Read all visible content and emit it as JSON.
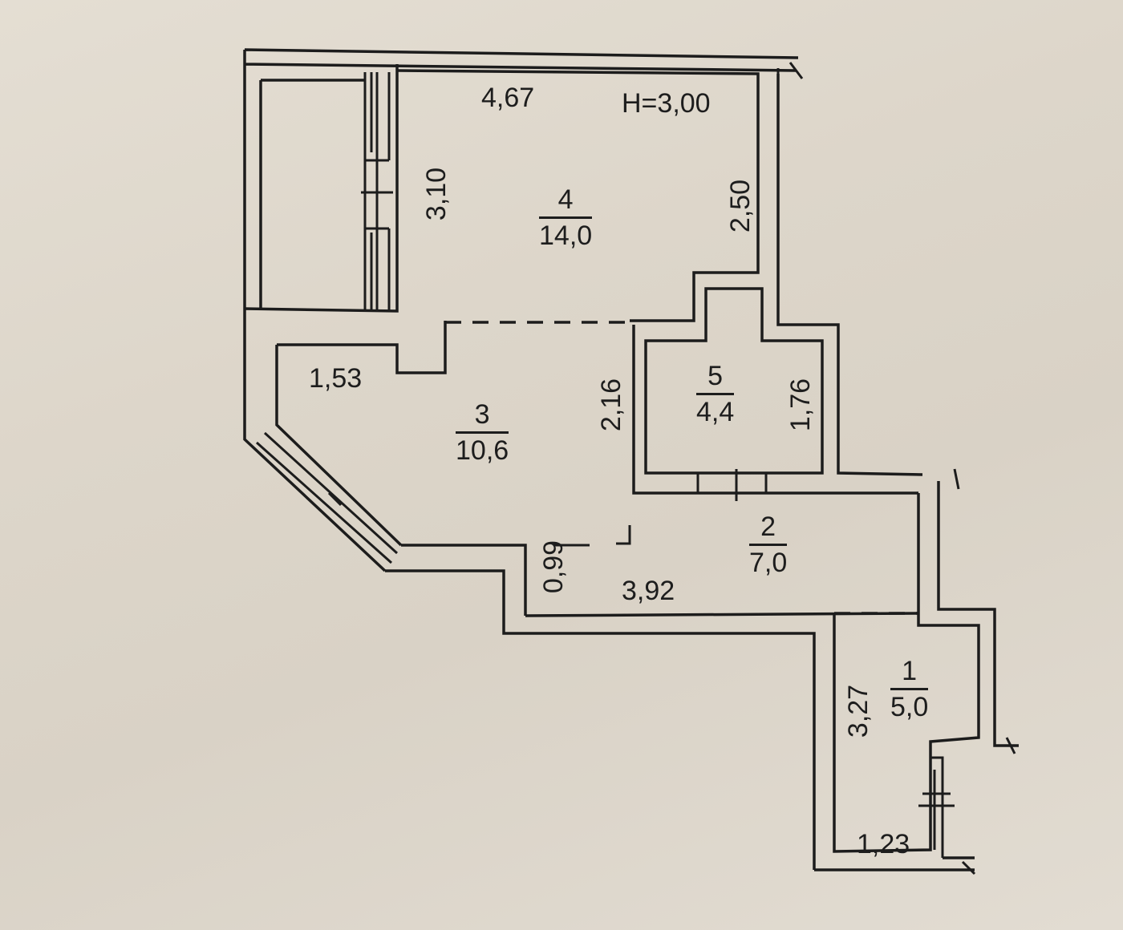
{
  "plan": {
    "ceiling_height": "H=3,00",
    "rooms": [
      {
        "id": "4",
        "number": "4",
        "area": "14,0"
      },
      {
        "id": "3",
        "number": "3",
        "area": "10,6"
      },
      {
        "id": "5",
        "number": "5",
        "area": "4,4"
      },
      {
        "id": "2",
        "number": "2",
        "area": "7,0"
      },
      {
        "id": "1",
        "number": "1",
        "area": "5,0"
      }
    ],
    "dimensions": {
      "room4_width": "4,67",
      "room4_left": "3,10",
      "room4_right": "2,50",
      "room3_top": "1,53",
      "room3_right": "2,16",
      "room5_right": "1,76",
      "room2_left": "0,99",
      "room2_length": "3,92",
      "room1_left": "3,27",
      "room1_bottom": "1,23"
    }
  }
}
